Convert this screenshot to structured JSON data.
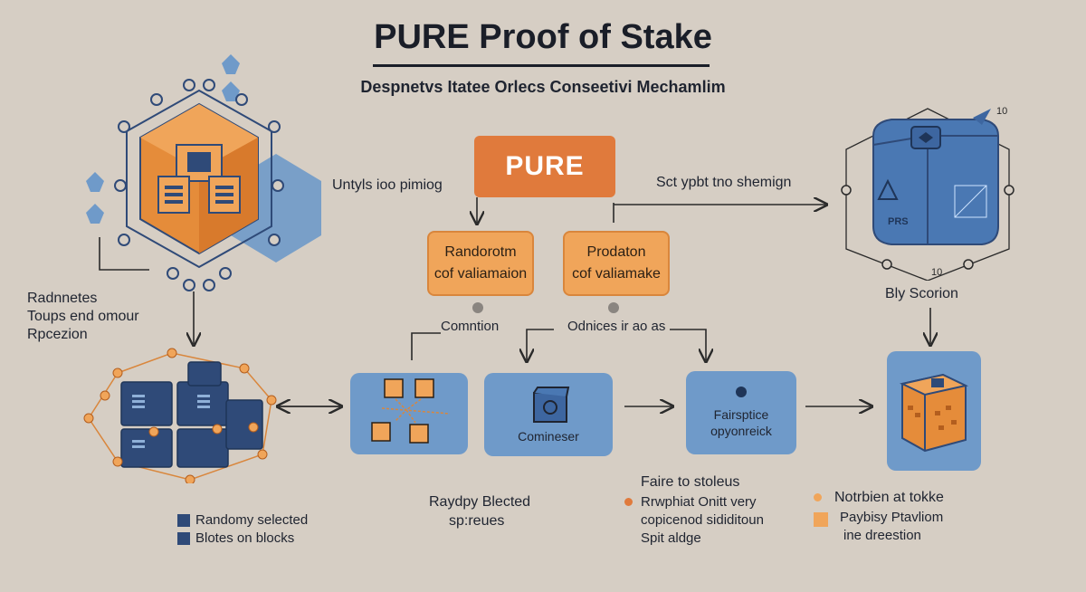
{
  "header": {
    "title": "PURE Proof of Stake",
    "subtitle": "Despnetvs Itatee Orlecs Conseetivi Mechamlim"
  },
  "flow": {
    "pure_label": "PURE",
    "left_note": "Untyls ioo pimiog",
    "right_note": "Sct ypbt tno shemign",
    "box_left": {
      "line1": "Randorotm",
      "line2": "cof valiamaion"
    },
    "box_right": {
      "line1": "Prodaton",
      "line2": "cof valiamake"
    },
    "mid_left_label": "Comntion",
    "mid_right_label": "Odnices ir ao as",
    "combiner_label": "Comineser",
    "fairspace": {
      "line1": "Fairsptice",
      "line2": "opyonreick"
    },
    "right_caption": "Bly Scorion"
  },
  "left_panel": {
    "caption": {
      "line1": "Radnnetes",
      "line2": "Toups end omour",
      "line3": "Rpcezion"
    },
    "legend": [
      {
        "label": "Randomy selected",
        "color": "#2f4a78"
      },
      {
        "label": "Blotes on blocks",
        "color": "#2f4a78"
      }
    ]
  },
  "bottom": {
    "center_caption": {
      "line1": "Raydpy Blected",
      "line2": "sp:reues"
    },
    "fair_title": "Faire to stoleus",
    "fair_lines": [
      "Rrwphiat Onitt very",
      "copicenod sididitoun",
      "Spit aldge"
    ],
    "right_title": "Notrbien at tokke",
    "right_lines": [
      "Paybisy Ptavliom",
      "ine dreestion"
    ]
  },
  "cube_labels": {
    "blue_cube_text": "PRS",
    "tick_top": "10",
    "tick_bottom": "10"
  },
  "colors": {
    "background": "#d6cec4",
    "accent_orange": "#e07a3c",
    "soft_orange": "#f0a55a",
    "panel_blue": "#6f9ac9",
    "dark_blue": "#2f4a78"
  }
}
